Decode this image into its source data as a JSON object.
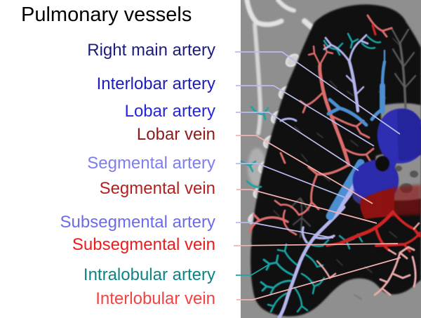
{
  "title": "Pulmonary vessels",
  "labels": [
    {
      "id": "right-main-artery",
      "text": "Right main artery",
      "color": "#1b1b7d",
      "line_color": "#b9bbee",
      "vessel": "artery"
    },
    {
      "id": "interlobar-artery",
      "text": "Interlobar artery",
      "color": "#1d1db8",
      "line_color": "#b9bbee",
      "vessel": "artery"
    },
    {
      "id": "lobar-artery",
      "text": "Lobar artery",
      "color": "#2525dc",
      "line_color": "#b9bbee",
      "vessel": "artery"
    },
    {
      "id": "lobar-vein",
      "text": "Lobar vein",
      "color": "#8c1a1a",
      "line_color": "#f3b2b2",
      "vessel": "vein"
    },
    {
      "id": "segmental-artery",
      "text": "Segmental artery",
      "color": "#7d7df2",
      "line_color": "#b9bbee",
      "vessel": "artery"
    },
    {
      "id": "segmental-vein",
      "text": "Segmental vein",
      "color": "#b32020",
      "line_color": "#f3b2b2",
      "vessel": "vein"
    },
    {
      "id": "subsegmental-artery",
      "text": "Subsegmental artery",
      "color": "#6b6bec",
      "line_color": "#b9bbee",
      "vessel": "artery"
    },
    {
      "id": "subsegmental-vein",
      "text": "Subsegmental vein",
      "color": "#ea1c1c",
      "line_color": "#f3b2b2",
      "vessel": "vein"
    },
    {
      "id": "intralobular-artery",
      "text": "Intralobular artery",
      "color": "#0f8383",
      "line_color": "#18a6a6",
      "vessel": "artery"
    },
    {
      "id": "interlobular-vein",
      "text": "Interlobular vein",
      "color": "#f14343",
      "line_color": "#f3b2b2",
      "vessel": "vein"
    }
  ],
  "palette": {
    "ct_background": "#8f8f8f",
    "lung": "#101010",
    "bone": "#e2e2e2",
    "main_artery_navy": "#2e2eb2",
    "lobar_artery_blue": "#4b8fd2",
    "segmental_artery_periwinkle": "#b3b5ec",
    "intralobular_artery_teal": "#17a3a3",
    "vein_salmon": "#dd6c6c",
    "segmental_vein_red": "#cf2424",
    "lobar_vein_dark_red": "#8e1212",
    "interlobular_vein_pink": "#e9a9a9",
    "faint_vessel_gray": "#5f5f5f"
  }
}
